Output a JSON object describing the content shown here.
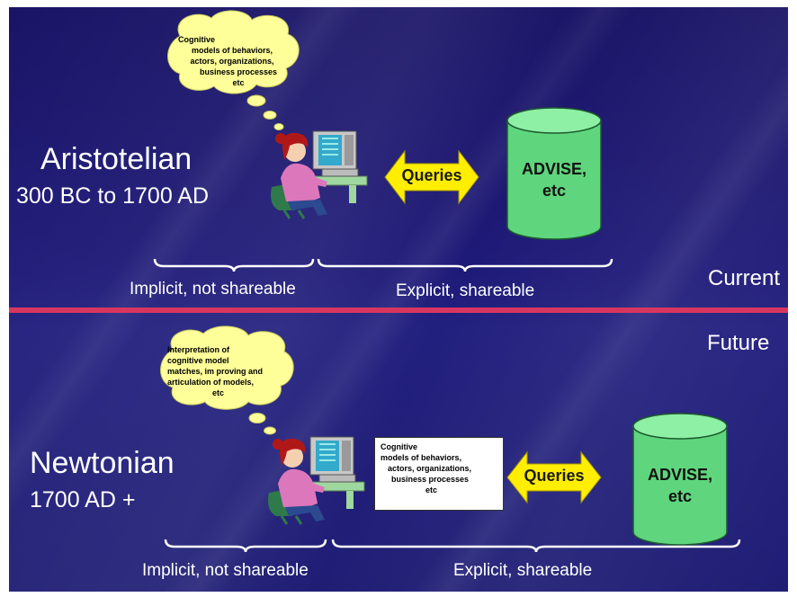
{
  "top": {
    "era_title": "Aristotelian",
    "era_range": "300 BC to 1700 AD",
    "cloud_lines": [
      "Cognitive",
      "models of behaviors,",
      "actors, organizations,",
      "business processes",
      "etc"
    ],
    "arrow_label": "Queries",
    "cylinder_lines": [
      "ADVISE,",
      "etc"
    ],
    "implicit_label": "Implicit, not shareable",
    "explicit_label": "Explicit, shareable",
    "section_label": "Current"
  },
  "bottom": {
    "section_label": "Future",
    "era_title": "Newtonian",
    "era_range": "1700 AD +",
    "cloud_lines": [
      "Interpretation of",
      "cognitive model",
      "matches, im proving and",
      "articulation of  models,",
      "etc"
    ],
    "box_lines": [
      "Cognitive",
      "models of behaviors,",
      "actors, organizations,",
      "business processes",
      "etc"
    ],
    "arrow_label": "Queries",
    "cylinder_lines": [
      "ADVISE,",
      "etc"
    ],
    "implicit_label": "Implicit, not shareable",
    "explicit_label": "Explicit, shareable"
  },
  "colors": {
    "background": "#1e1a78",
    "divider": "#d8365f",
    "cloud": "#ffff99",
    "cylinder": "#66dd88",
    "arrow": "#ffee00"
  },
  "icons": [
    "person-at-computer-icon",
    "thought-cloud-icon",
    "database-cylinder-icon",
    "double-arrow-icon"
  ]
}
